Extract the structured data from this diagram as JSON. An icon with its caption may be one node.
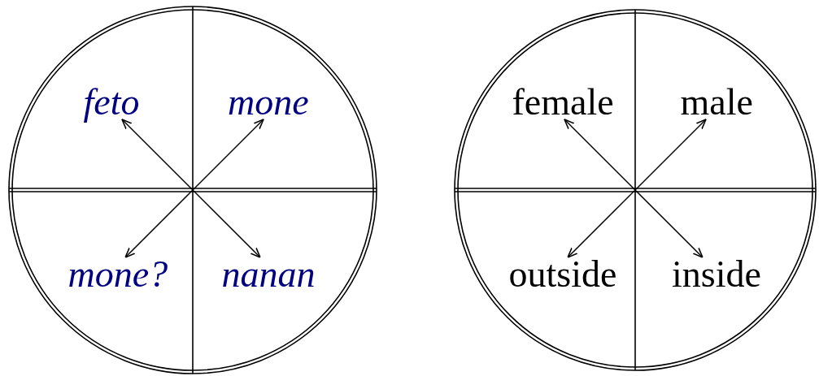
{
  "diagram": {
    "nodes": [
      {
        "text": [],
        "shape": "circle"
      },
      {
        "text": [
          "feto"
        ],
        "in": 0
      },
      {
        "text": [
          "mone"
        ],
        "in": 0
      },
      {
        "text": [
          "mone?"
        ],
        "in": 0
      },
      {
        "text": [
          "nanan"
        ],
        "in": 0
      },
      {
        "text": [],
        "shape": "circle"
      },
      {
        "text": [
          "female"
        ],
        "in": 5
      },
      {
        "text": [
          "male"
        ],
        "in": 5
      },
      {
        "text": [
          "outside"
        ],
        "in": 5
      },
      {
        "text": [
          "inside"
        ],
        "in": 5
      }
    ],
    "edges": [
      {
        "from": null,
        "to": 1,
        "arrow": "to"
      },
      {
        "from": null,
        "to": 2,
        "arrow": "to"
      },
      {
        "from": null,
        "to": 3,
        "arrow": "to"
      },
      {
        "from": null,
        "to": 4,
        "arrow": "to"
      },
      {
        "from": null,
        "to": 6,
        "arrow": "to"
      },
      {
        "from": null,
        "to": 7,
        "arrow": "to"
      },
      {
        "from": null,
        "to": 8,
        "arrow": "to"
      },
      {
        "from": null,
        "to": 9,
        "arrow": "to"
      }
    ]
  }
}
